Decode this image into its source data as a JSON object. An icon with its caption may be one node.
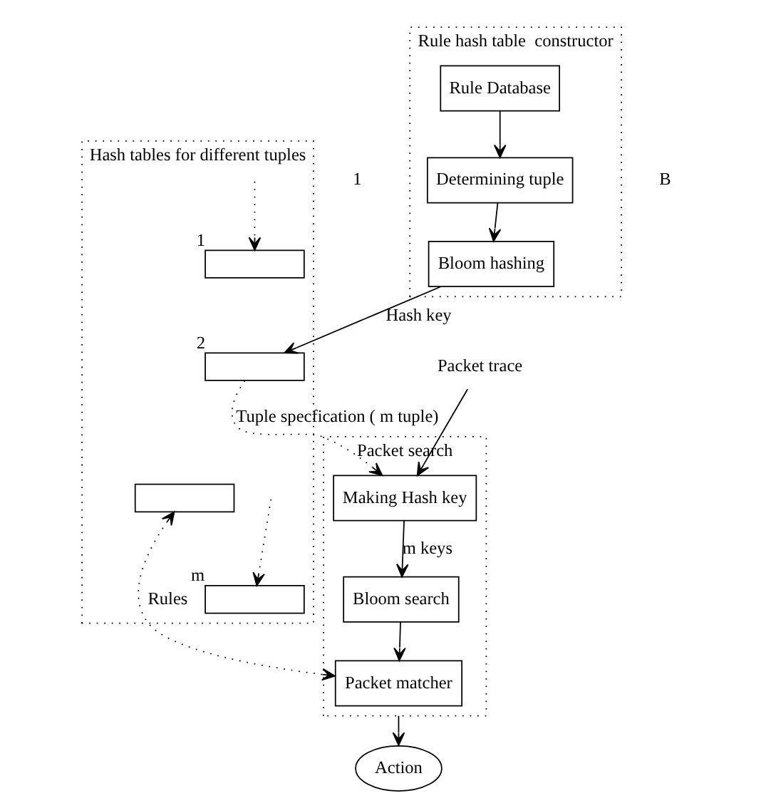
{
  "diagram": {
    "nodes": [
      {
        "text": [
          "Packet search"
        ]
      },
      {
        "text": [
          "Making Hash key"
        ],
        "in": 0
      },
      {
        "text": [
          "Bloom search"
        ],
        "in": 0
      },
      {
        "text": [
          "Packet matcher"
        ],
        "in": 0
      },
      {
        "text": [
          "Rule hash table  constructor"
        ]
      },
      {
        "text": [
          "Rule Database"
        ],
        "in": 4
      },
      {
        "text": [
          "Determining tuple"
        ],
        "in": 4
      },
      {
        "text": [
          "Bloom hashing"
        ],
        "in": 4
      },
      {
        "text": [
          "Hash tables for different tuples"
        ]
      },
      {
        "text": [],
        "shape": "box",
        "in": 8,
        "beside": [
          "1"
        ]
      },
      {
        "text": [],
        "shape": "box",
        "in": 8,
        "beside": [
          "2"
        ]
      },
      {
        "text": [],
        "shape": "box",
        "in": 8
      },
      {
        "text": [],
        "shape": "box",
        "in": 8,
        "beside": [
          "m"
        ]
      },
      {
        "text": [
          "Action"
        ]
      },
      {
        "text": [
          "Packet trace"
        ]
      }
    ],
    "edges": [
      {
        "from": 14,
        "to": 1,
        "arrow": "to"
      },
      {
        "from": 1,
        "to": 2,
        "arrow": "to",
        "label": "m keys"
      },
      {
        "from": 2,
        "to": 3,
        "arrow": "to"
      },
      {
        "from": 0,
        "to": 13,
        "arrow": "to"
      },
      {
        "from": 5,
        "to": 6,
        "arrow": "to"
      },
      {
        "from": 6,
        "to": 7,
        "arrow": "to"
      },
      {
        "from": 7,
        "to": 10,
        "arrow": "to",
        "label": "Hash key"
      },
      {
        "from": 10,
        "to": 1,
        "arrow": "to",
        "style": "dashed",
        "label": "Tuple specfication ( m tuple)"
      },
      {
        "from": 3,
        "to": 11,
        "arrow": "both",
        "style": "dashed",
        "label": "Rules"
      },
      {
        "from": null,
        "to": 9,
        "arrow": "to",
        "style": "dashed"
      },
      {
        "from": null,
        "to": 12,
        "arrow": "to",
        "style": "dashed"
      }
    ],
    "labels": [
      "1",
      "B"
    ]
  }
}
